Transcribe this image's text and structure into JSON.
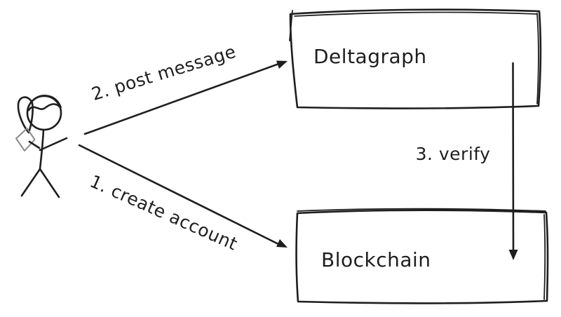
{
  "diagram": {
    "background_color": "#ffffff",
    "stroke_color": "#1e1e1e",
    "actor": {
      "id": "user",
      "description": "stick figure person holding a phone",
      "phone_color": "#8a8a8a"
    },
    "nodes": [
      {
        "id": "deltagraph",
        "label": "Deltagraph"
      },
      {
        "id": "blockchain",
        "label": "Blockchain"
      }
    ],
    "edges": [
      {
        "id": "create-account",
        "label": "1. create account",
        "from": "user",
        "to": "blockchain"
      },
      {
        "id": "post-message",
        "label": "2. post message",
        "from": "user",
        "to": "deltagraph"
      },
      {
        "id": "verify",
        "label": "3. verify",
        "from": "deltagraph",
        "to": "blockchain"
      }
    ]
  }
}
